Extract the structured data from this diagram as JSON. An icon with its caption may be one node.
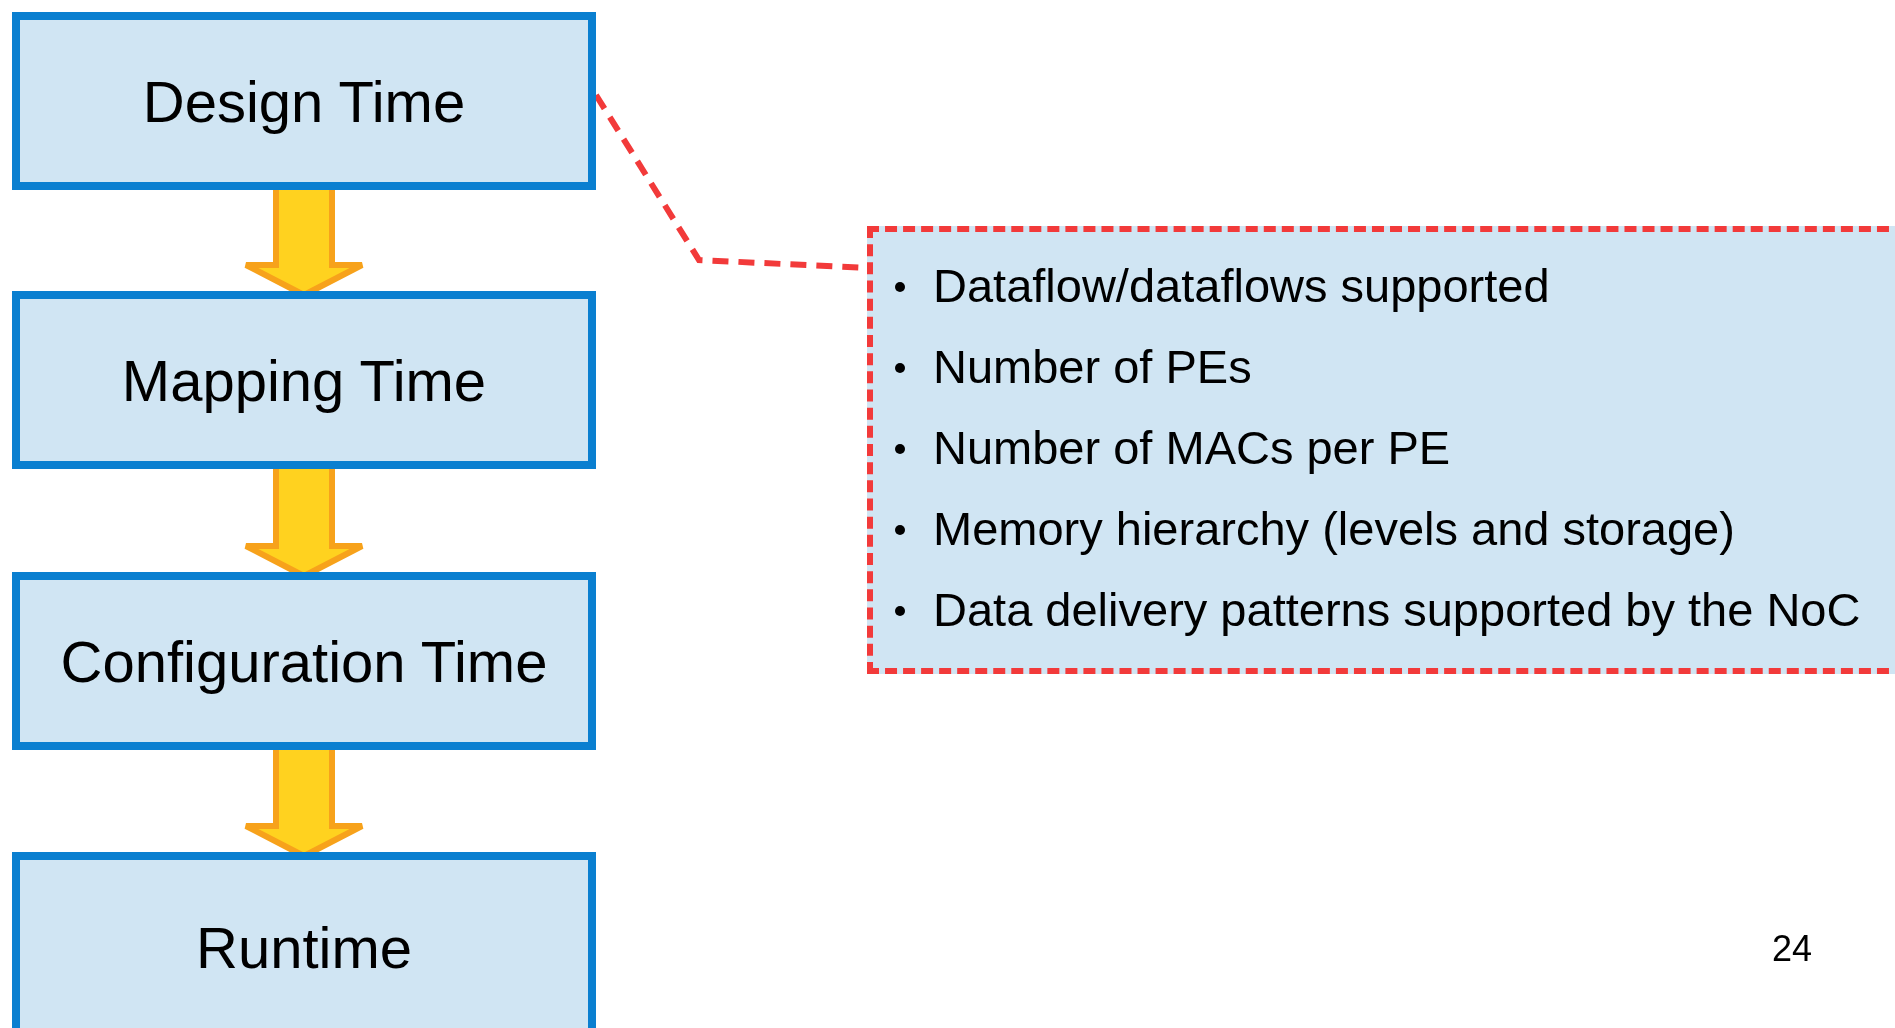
{
  "diagram": {
    "nodes": [
      {
        "text": [
          "Design Time"
        ]
      },
      {
        "text": [
          "Mapping Time"
        ]
      },
      {
        "text": [
          "Configuration Time"
        ]
      },
      {
        "text": [
          "Runtime"
        ]
      },
      {
        "text": [
          "Dataflow/dataflows supported",
          "Number of PEs",
          "Number of MACs per PE",
          "Memory hierarchy (levels and storage)",
          "Data delivery patterns supported by the NoC"
        ]
      }
    ],
    "edges": [
      {
        "from": 0,
        "to": 1,
        "arrow": "to",
        "style": "thick",
        "color": "#ffd21f"
      },
      {
        "from": 1,
        "to": 2,
        "arrow": "to",
        "style": "thick",
        "color": "#ffd21f"
      },
      {
        "from": 2,
        "to": 3,
        "arrow": "to",
        "style": "thick",
        "color": "#ffd21f"
      },
      {
        "from": 0,
        "to": 4,
        "arrow": "none",
        "style": "dashed",
        "color": "#f23a3a"
      }
    ],
    "labels": [
      "24"
    ]
  }
}
